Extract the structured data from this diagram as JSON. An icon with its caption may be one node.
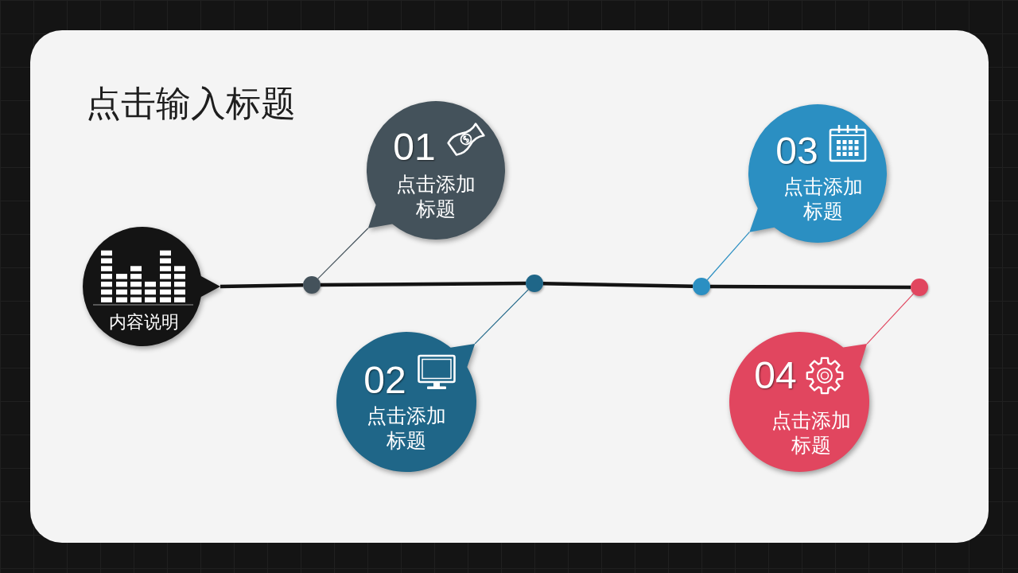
{
  "diagram": {
    "title": "点击输入标题",
    "nodes": [
      {
        "text": [
          "内容说明"
        ]
      },
      {
        "text": [],
        "shape": "circle"
      },
      {
        "text": [],
        "shape": "circle"
      },
      {
        "text": [],
        "shape": "circle"
      },
      {
        "text": [],
        "shape": "circle"
      },
      {
        "text": [
          "01",
          "点击添加标题"
        ]
      },
      {
        "text": [
          "02",
          "点击添加标题"
        ]
      },
      {
        "text": [
          "03",
          "点击添加标题"
        ]
      },
      {
        "text": [
          "04",
          "点击添加标题"
        ]
      }
    ],
    "edges": [
      {
        "from": 0,
        "to": 1,
        "arrow": "none",
        "style": "thick"
      },
      {
        "from": 1,
        "to": 2,
        "arrow": "none",
        "style": "thick"
      },
      {
        "from": 2,
        "to": 3,
        "arrow": "none",
        "style": "thick"
      },
      {
        "from": 3,
        "to": 4,
        "arrow": "none",
        "style": "thick"
      },
      {
        "from": 5,
        "to": 1,
        "arrow": "none",
        "color": "#44525b"
      },
      {
        "from": 6,
        "to": 2,
        "arrow": "none",
        "color": "#1f6688"
      },
      {
        "from": 7,
        "to": 3,
        "arrow": "none",
        "color": "#2b8fc2"
      },
      {
        "from": 8,
        "to": 4,
        "arrow": "none",
        "color": "#e1465f"
      }
    ]
  }
}
